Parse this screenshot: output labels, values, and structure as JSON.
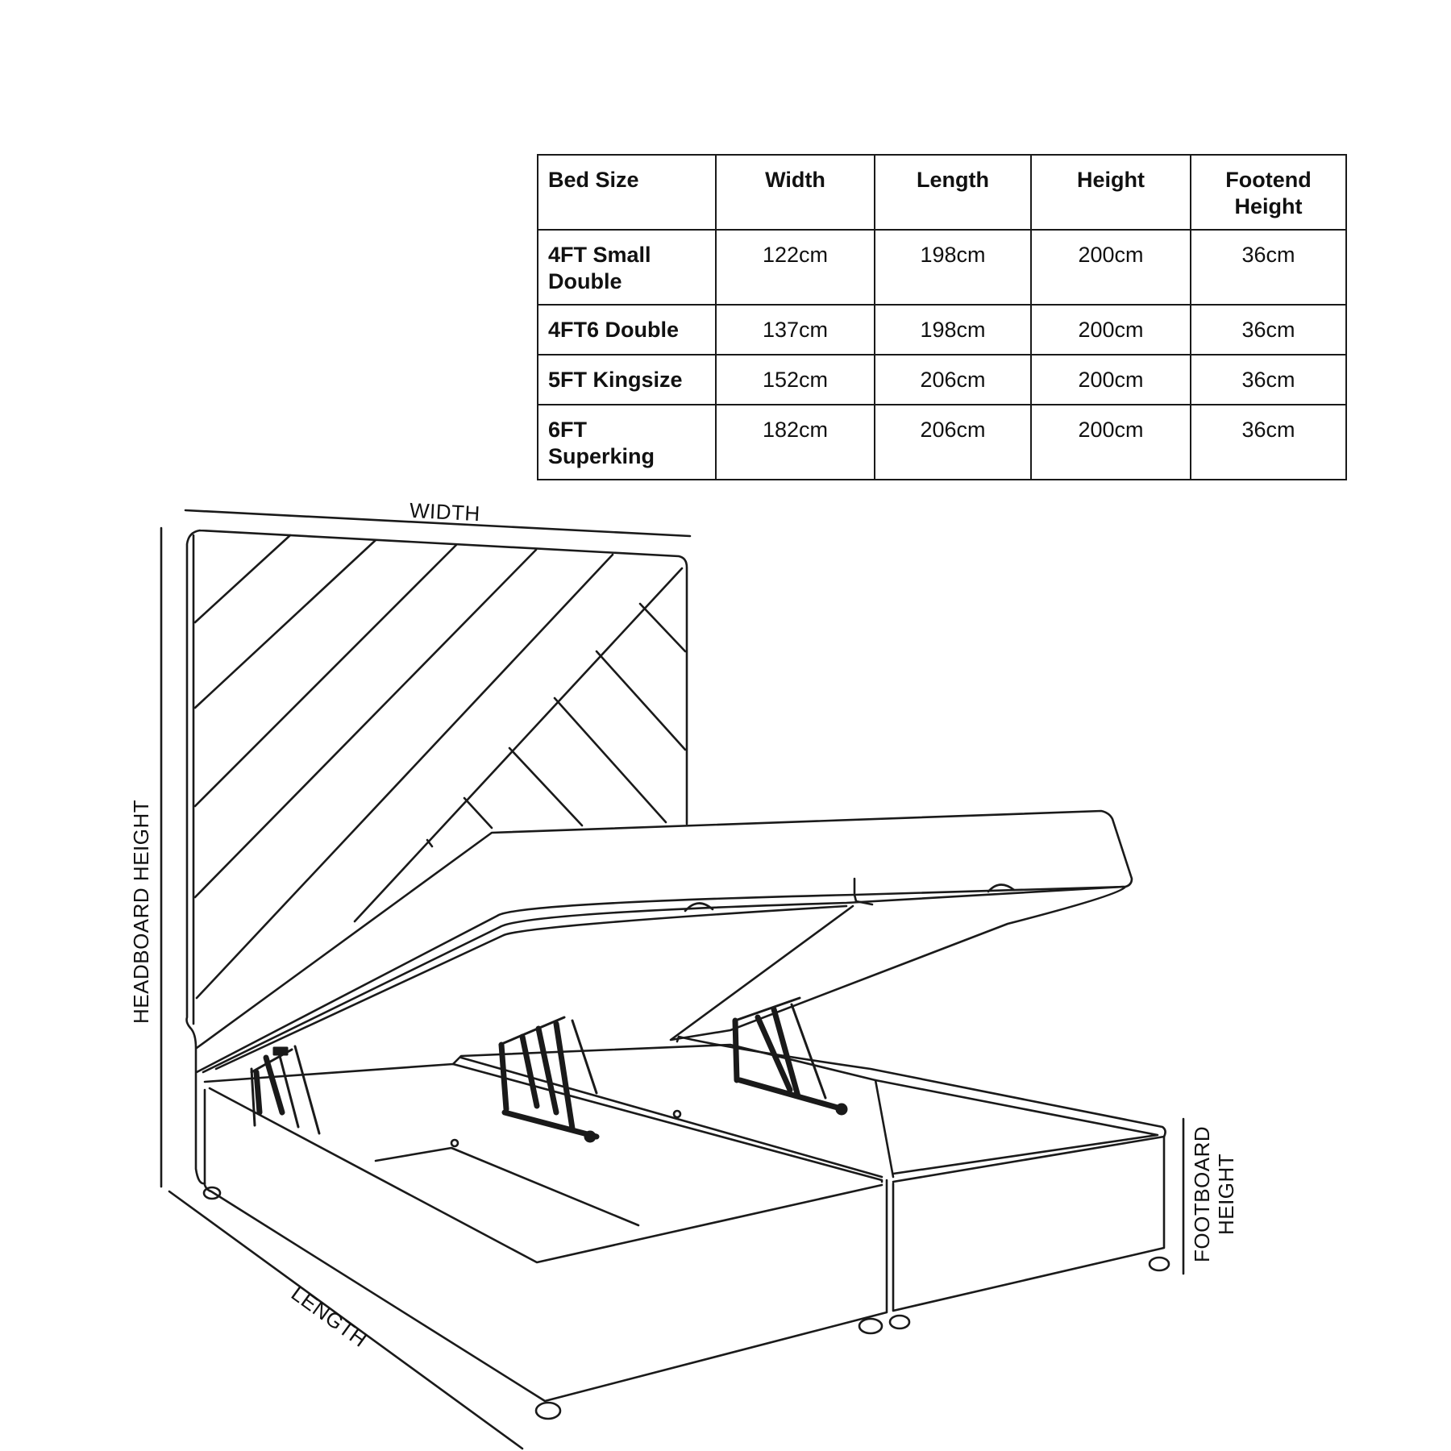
{
  "table": {
    "headers": [
      "Bed Size",
      "Width",
      "Length",
      "Height",
      "Footend Height"
    ],
    "rows": [
      {
        "size": "4FT Small Double",
        "width": "122cm",
        "length": "198cm",
        "height": "200cm",
        "footend": "36cm"
      },
      {
        "size": "4FT6 Double",
        "width": "137cm",
        "length": "198cm",
        "height": "200cm",
        "footend": "36cm"
      },
      {
        "size": "5FT Kingsize",
        "width": "152cm",
        "length": "206cm",
        "height": "200cm",
        "footend": "36cm"
      },
      {
        "size": "6FT Superking",
        "width": "182cm",
        "length": "206cm",
        "height": "200cm",
        "footend": "36cm"
      }
    ]
  },
  "diagram": {
    "labels": {
      "width": "WIDTH",
      "headboard_height": "HEADBOARD HEIGHT",
      "length": "LENGTH",
      "footboard_height_line1": "FOOTBOARD",
      "footboard_height_line2": "HEIGHT"
    },
    "line_color": "#1a1a1a"
  }
}
